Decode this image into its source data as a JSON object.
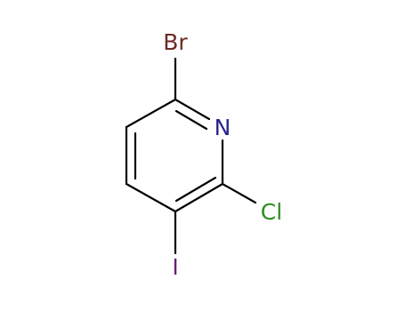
{
  "molecule": {
    "atoms": [
      {
        "id": "br",
        "symbol": "Br",
        "color": "#6b2a23"
      },
      {
        "id": "n",
        "symbol": "N",
        "color": "#27248a"
      },
      {
        "id": "cl",
        "symbol": "Cl",
        "color": "#2e8b1f"
      },
      {
        "id": "i",
        "symbol": "I",
        "color": "#6b1f7a"
      }
    ],
    "bond_color": "#000000"
  }
}
